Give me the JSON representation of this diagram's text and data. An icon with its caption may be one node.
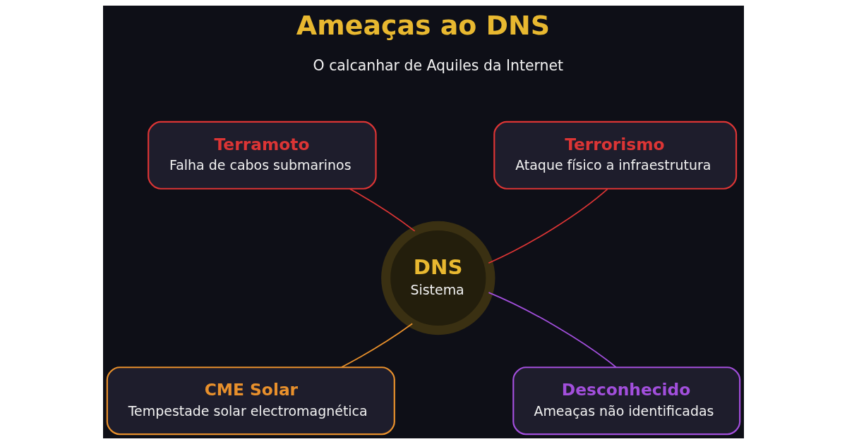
{
  "diagram": {
    "title": "Ameaças ao DNS",
    "nodes": [
      {
        "text": [
          "DNS",
          "Sistema"
        ]
      },
      {
        "text": [
          "Terramoto",
          "Falha de cabos submarinos"
        ]
      },
      {
        "text": [
          "Terrorismo",
          "Ataque físico a infraestrutura"
        ]
      },
      {
        "text": [
          "CME Solar",
          "Tempestade solar electromagnética"
        ]
      },
      {
        "text": [
          "Desconhecido",
          "Ameaças não identificadas"
        ]
      }
    ],
    "edges": [
      {
        "from": 1,
        "to": 0,
        "arrow": "none"
      },
      {
        "from": 2,
        "to": 0,
        "arrow": "none"
      },
      {
        "from": 3,
        "to": 0,
        "arrow": "none",
        "color": "#e8902c"
      },
      {
        "from": 4,
        "to": 0,
        "arrow": "none",
        "color": "#a24fdc"
      }
    ],
    "labels": [
      "O calcanhar de Aquiles da Internet"
    ]
  }
}
